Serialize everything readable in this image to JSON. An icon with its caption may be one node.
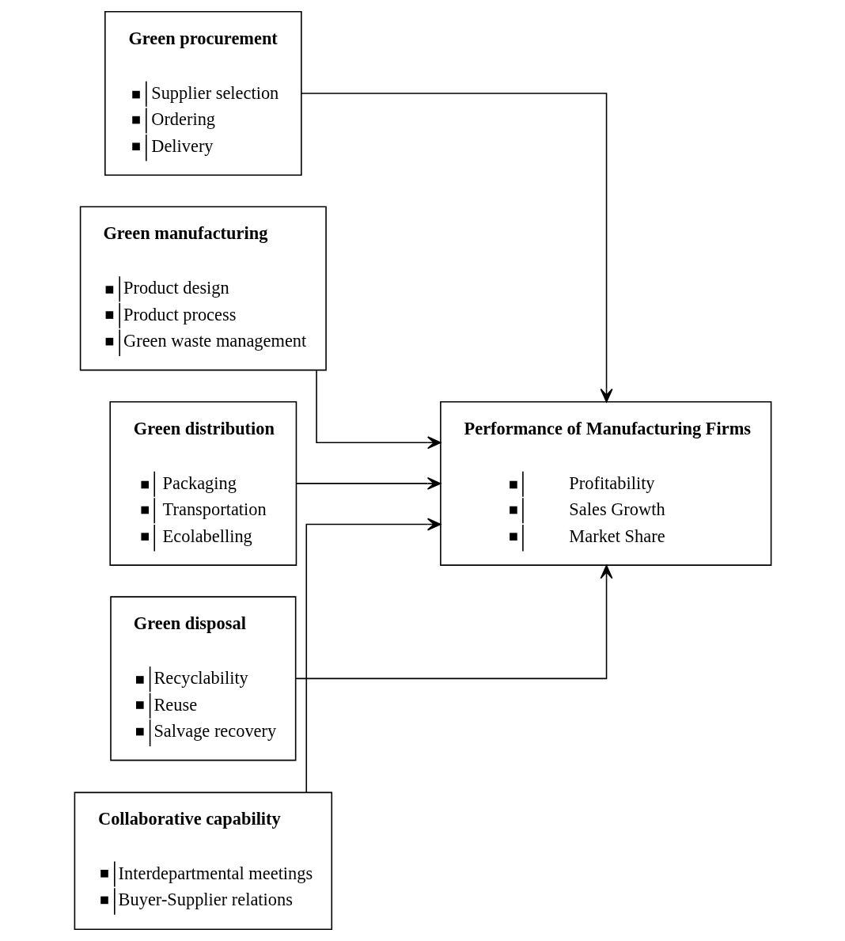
{
  "diagram": {
    "nodes": [
      {
        "text": [
          "Green procurement",
          "Supplier selection",
          "Ordering",
          "Delivery"
        ]
      },
      {
        "text": [
          "Performance of Manufacturing Firms",
          "Profitability",
          "Sales Growth",
          "Market Share"
        ]
      },
      {
        "text": [
          "Green manufacturing",
          "Product design",
          "Product process",
          "Green waste management"
        ]
      },
      {
        "text": [
          "Green distribution",
          "Packaging",
          "Transportation",
          "Ecolabelling"
        ]
      },
      {
        "text": [
          "Green disposal",
          "Recyclability",
          "Reuse",
          "Salvage recovery"
        ]
      },
      {
        "text": [
          "Collaborative capability",
          "Interdepartmental meetings",
          "Buyer-Supplier relations"
        ]
      }
    ],
    "edges": [
      {
        "from": 0,
        "to": 1,
        "arrow": "to"
      },
      {
        "from": 2,
        "to": 1,
        "arrow": "to"
      },
      {
        "from": 3,
        "to": 1,
        "arrow": "to"
      },
      {
        "from": 4,
        "to": 1,
        "arrow": "to"
      },
      {
        "from": 5,
        "to": 1,
        "arrow": "to"
      }
    ]
  }
}
